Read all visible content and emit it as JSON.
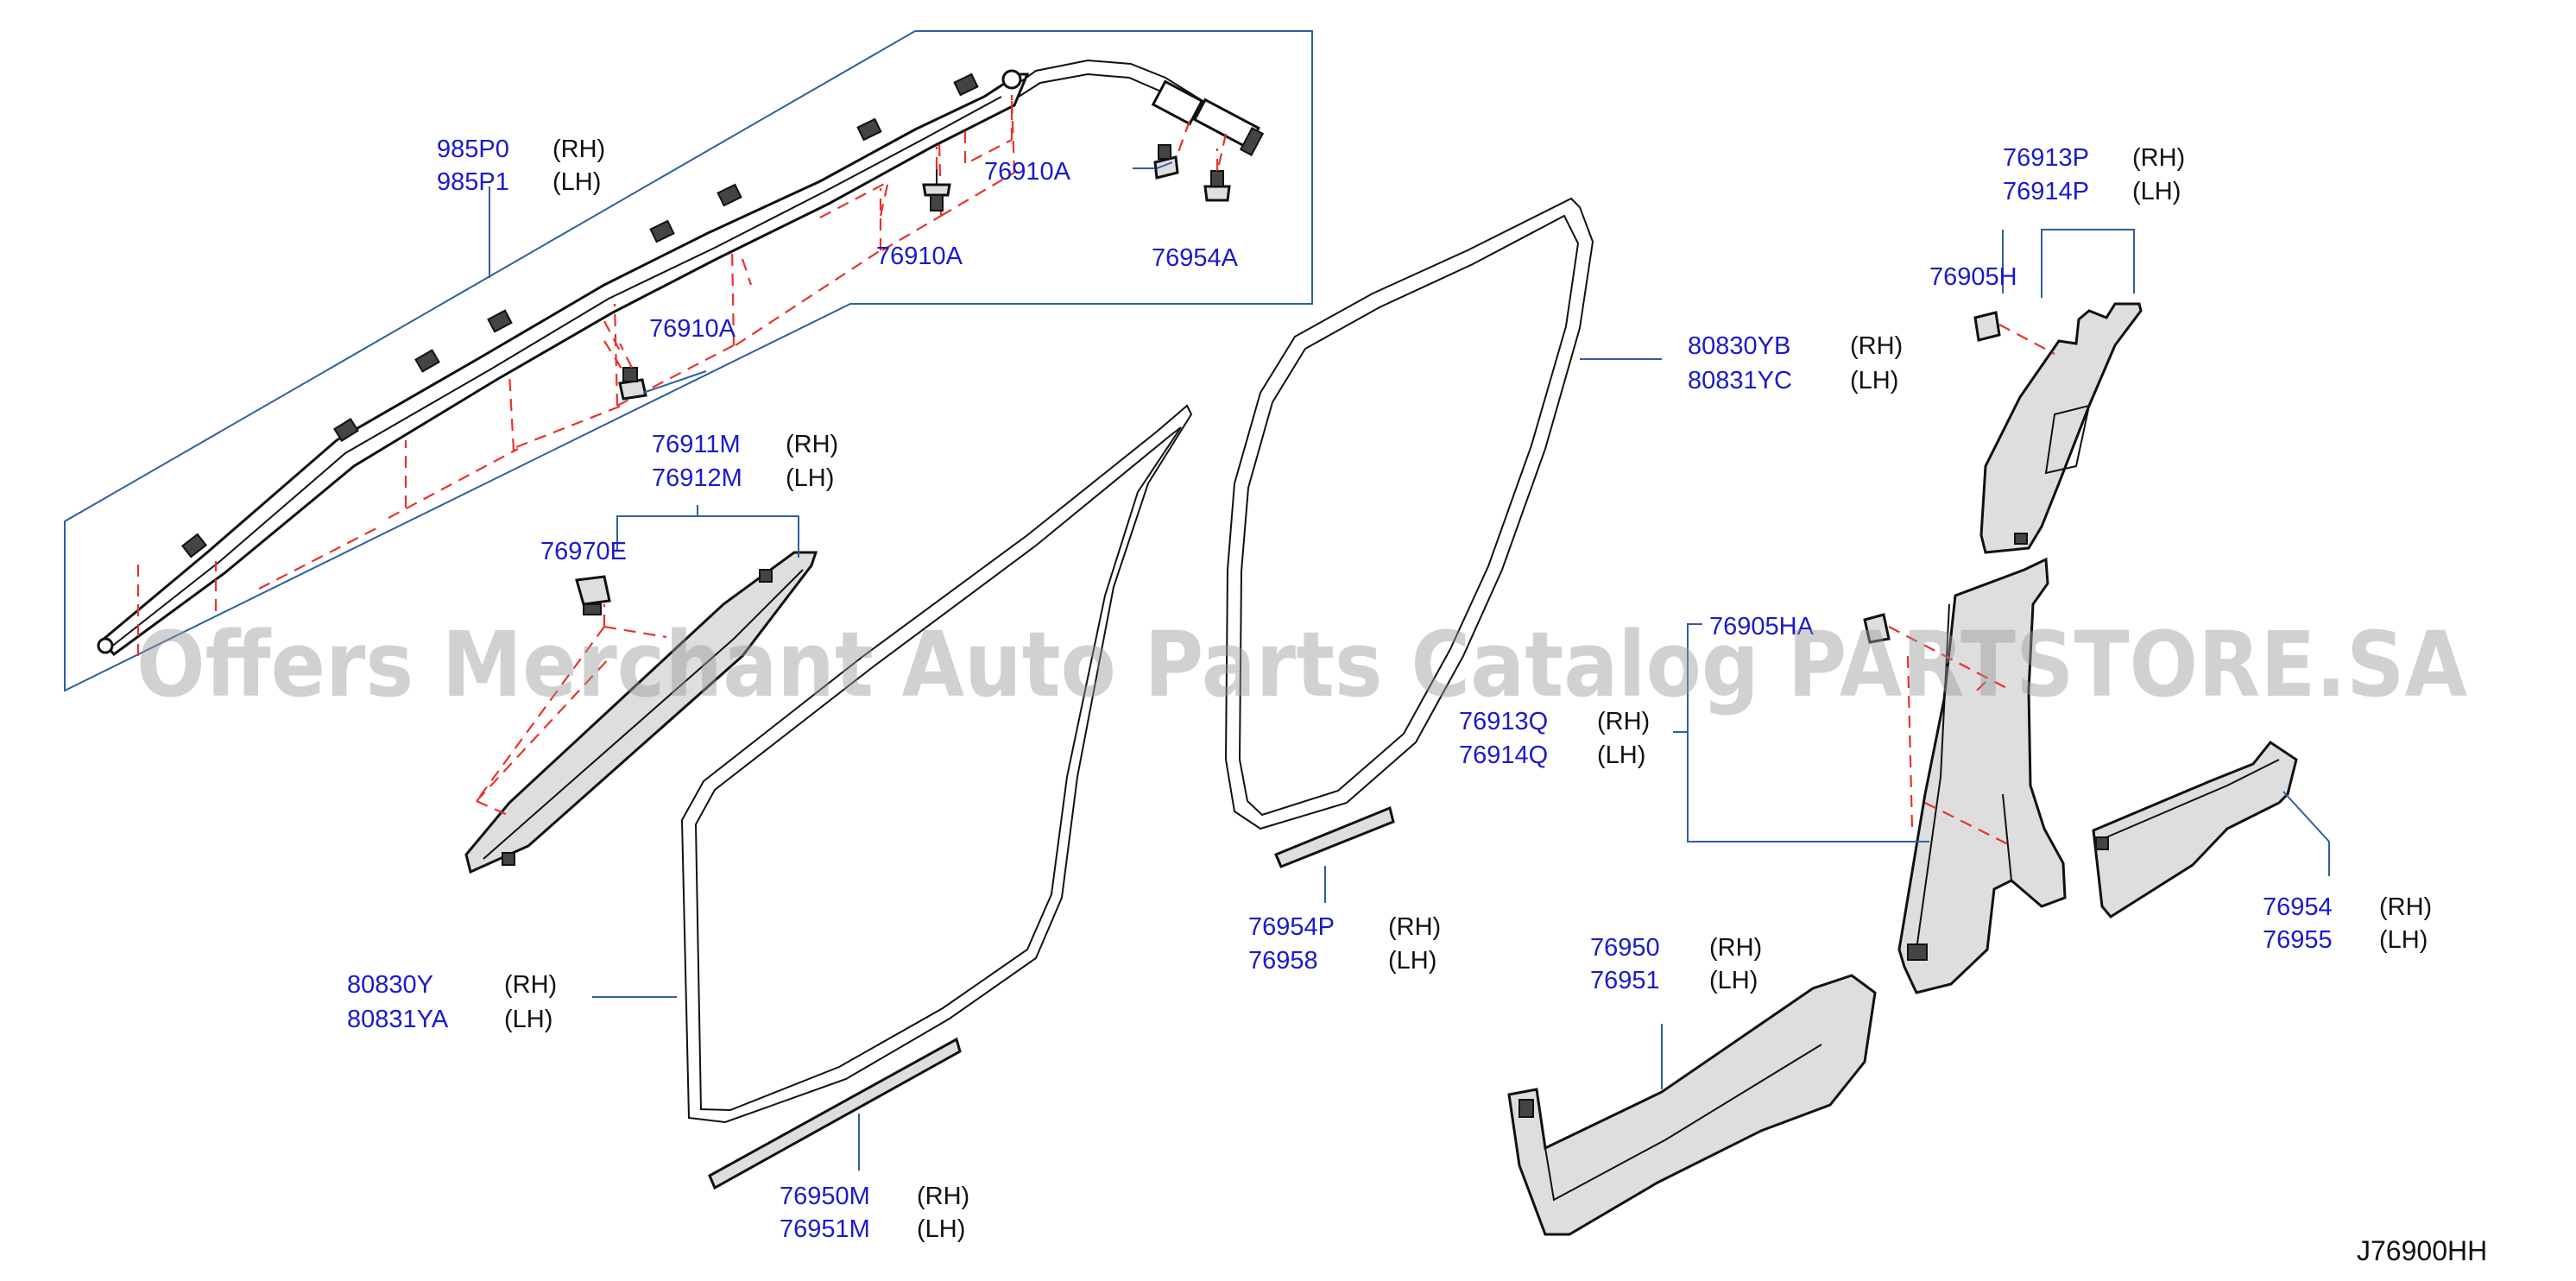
{
  "labels": {
    "airbag_rh": "985P0",
    "airbag_lh": "985P1",
    "clip_a1": "76910A",
    "clip_a2": "76910A",
    "clip_a3": "76910A",
    "bolt_a": "76954A",
    "pillar_a_rh": "76911M",
    "pillar_a_lh": "76912M",
    "clip_e": "76970E",
    "weather_front_rh": "80830Y",
    "weather_front_lh": "80831YA",
    "kick_front_rh": "76950M",
    "kick_front_lh": "76951M",
    "weather_rear_rh": "80830YB",
    "weather_rear_lh": "80831YC",
    "plate_rear_rh": "76954P",
    "plate_rear_lh": "76958",
    "pillar_upper_rh": "76913P",
    "pillar_upper_lh": "76914P",
    "clip_h": "76905H",
    "clip_ha": "76905HA",
    "pillar_lower_rh": "76913Q",
    "pillar_lower_lh": "76914Q",
    "step_front_rh": "76950",
    "step_front_lh": "76951",
    "step_rear_rh": "76954",
    "step_rear_lh": "76955"
  },
  "sides": {
    "rh": "(RH)",
    "lh": "(LH)"
  },
  "diagram_code": "J76900HH",
  "watermark": "Offers Merchant Auto Parts Catalog PARTSTORE.SA",
  "colors": {
    "part_number": "#1a1acc",
    "leader": "#2f5f9f",
    "dashed_guide": "#e8322d",
    "watermark": "#9a9a9a"
  }
}
